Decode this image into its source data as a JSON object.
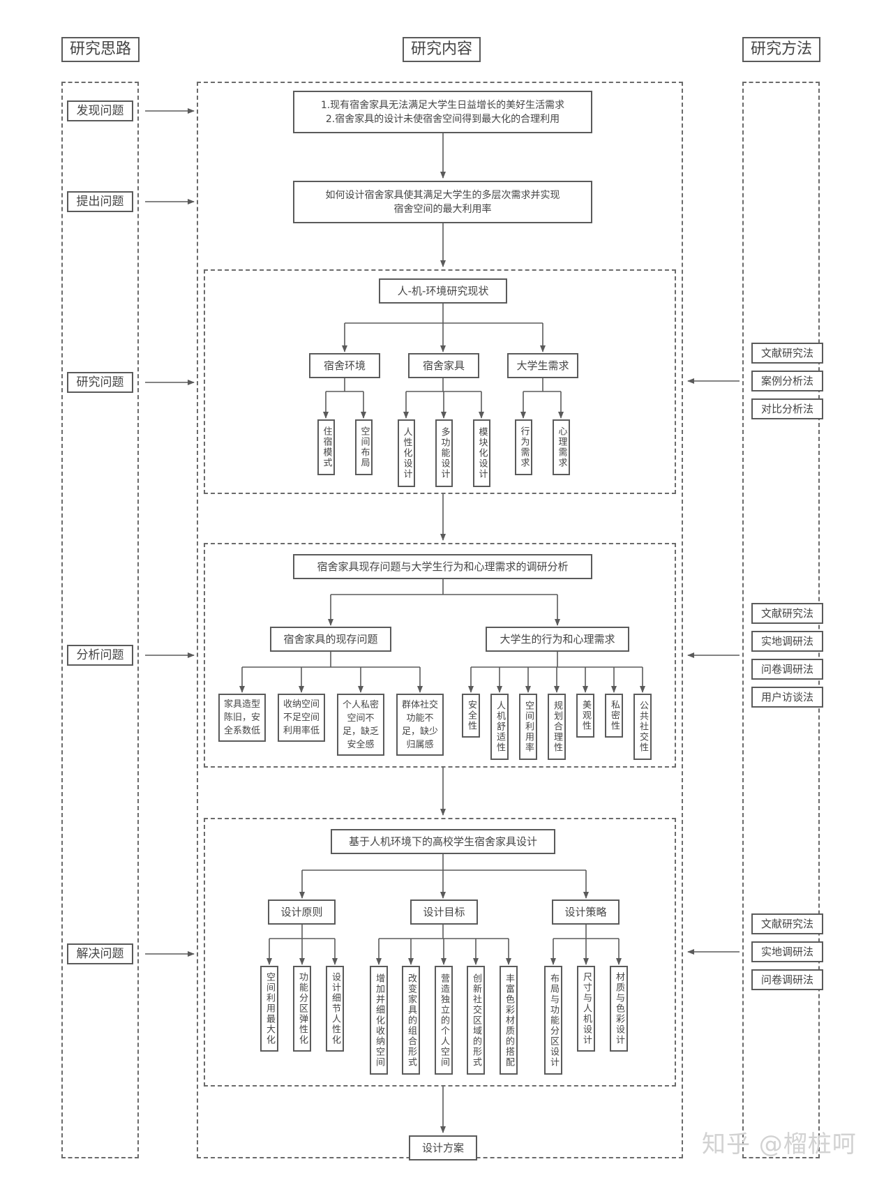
{
  "columns": {
    "left_header": "研究思路",
    "center_header": "研究内容",
    "right_header": "研究方法"
  },
  "left_steps": [
    "发现问题",
    "提出问题",
    "研究问题",
    "分析问题",
    "解决问题"
  ],
  "top": {
    "problem_line1": "1.现有宿舍家具无法满足大学生日益增长的美好生活需求",
    "problem_line2": "2.宿舍家具的设计未使宿舍空间得到最大化的合理利用",
    "question_line1": "如何设计宿舍家具使其满足大学生的多层次需求并实现",
    "question_line2": "宿舍空间的最大利用率"
  },
  "section1": {
    "title": "人-机-环境研究现状",
    "groups": [
      {
        "label": "宿舍环境",
        "items": [
          "住宿模式",
          "空间布局"
        ]
      },
      {
        "label": "宿舍家具",
        "items": [
          "人性化设计",
          "多功能设计",
          "模块化设计"
        ]
      },
      {
        "label": "大学生需求",
        "items": [
          "行为需求",
          "心理需求"
        ]
      }
    ]
  },
  "section2": {
    "title": "宿舍家具现存问题与大学生行为和心理需求的调研分析",
    "group_a": {
      "label": "宿舍家具的现存问题",
      "items": [
        [
          "家具造型",
          "陈旧，安",
          "全系数低"
        ],
        [
          "收纳空间",
          "不足空间",
          "利用率低"
        ],
        [
          "个人私密",
          "空间不",
          "足，缺乏",
          "安全感"
        ],
        [
          "群体社交",
          "功能不",
          "足，缺少",
          "归属感"
        ]
      ]
    },
    "group_b": {
      "label": "大学生的行为和心理需求",
      "items": [
        "安全性",
        "人机舒适性",
        "空间利用率",
        "规划合理性",
        "美观性",
        "私密性",
        "公共社交性"
      ]
    }
  },
  "section3": {
    "title": "基于人机环境下的高校学生宿舍家具设计",
    "groups": [
      {
        "label": "设计原则",
        "items": [
          "空间利用最大化",
          "功能分区弹性化",
          "设计细节人性化"
        ]
      },
      {
        "label": "设计目标",
        "items": [
          "增加并细化收纳空间",
          "改变家具的组合形式",
          "营造独立的个人空间",
          "创新社交区域的形式",
          "丰富色彩材质的搭配"
        ]
      },
      {
        "label": "设计策略",
        "items": [
          "布局与功能分区设计",
          "尺寸与人机设计",
          "材质与色彩设计"
        ]
      }
    ]
  },
  "final": "设计方案",
  "methods": {
    "section1": [
      "文献研究法",
      "案例分析法",
      "对比分析法"
    ],
    "section2": [
      "文献研究法",
      "实地调研法",
      "问卷调研法",
      "用户访谈法"
    ],
    "section3": [
      "文献研究法",
      "实地调研法",
      "问卷调研法"
    ]
  },
  "watermark": "知乎 @榴桩呵",
  "colors": {
    "line": "#5a5a5a",
    "text": "#444444",
    "watermark": "#d2d2d2"
  }
}
